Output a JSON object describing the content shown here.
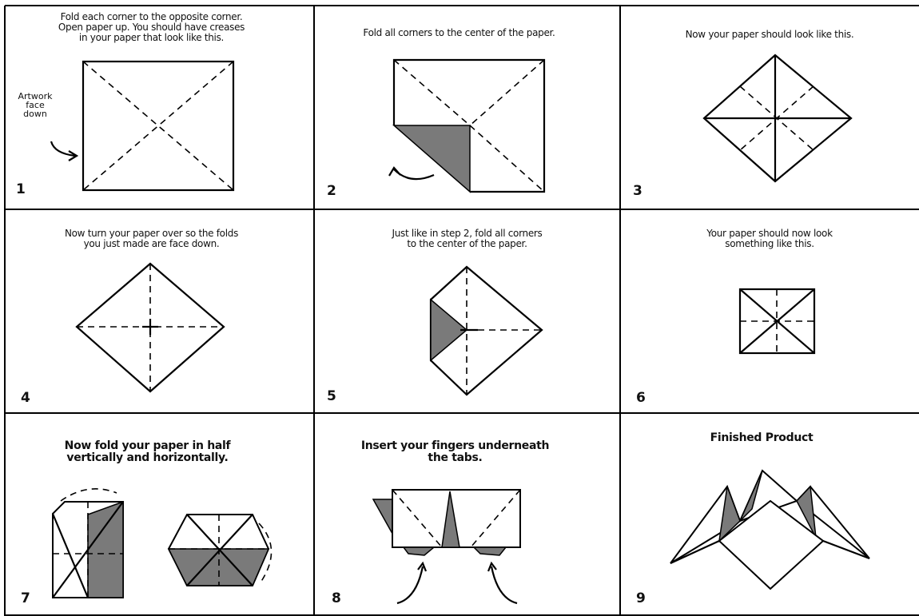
{
  "panels": [
    {
      "number": "1",
      "caption": "Fold each corner to the opposite corner.\nOpen paper up. You should have creases\nin your paper that look like this.",
      "side_label": "Artwork\nface\ndown"
    },
    {
      "number": "2",
      "caption": "Fold all corners to the center of the paper."
    },
    {
      "number": "3",
      "caption": "Now your paper should look like this."
    },
    {
      "number": "4",
      "caption": "Now turn your paper over so the folds\nyou just made are face down."
    },
    {
      "number": "5",
      "caption": "Just like in step 2, fold all corners\nto the center of the paper."
    },
    {
      "number": "6",
      "caption": "Your paper should now look\nsomething like this."
    },
    {
      "number": "7",
      "caption": "Now fold your paper in half\nvertically and horizontally."
    },
    {
      "number": "8",
      "caption": "Insert your fingers underneath\nthe tabs."
    },
    {
      "number": "9",
      "caption": "Finished Product"
    }
  ],
  "colors": {
    "ink": "#000000",
    "shade": "#7a7a7a",
    "paper": "#ffffff"
  }
}
